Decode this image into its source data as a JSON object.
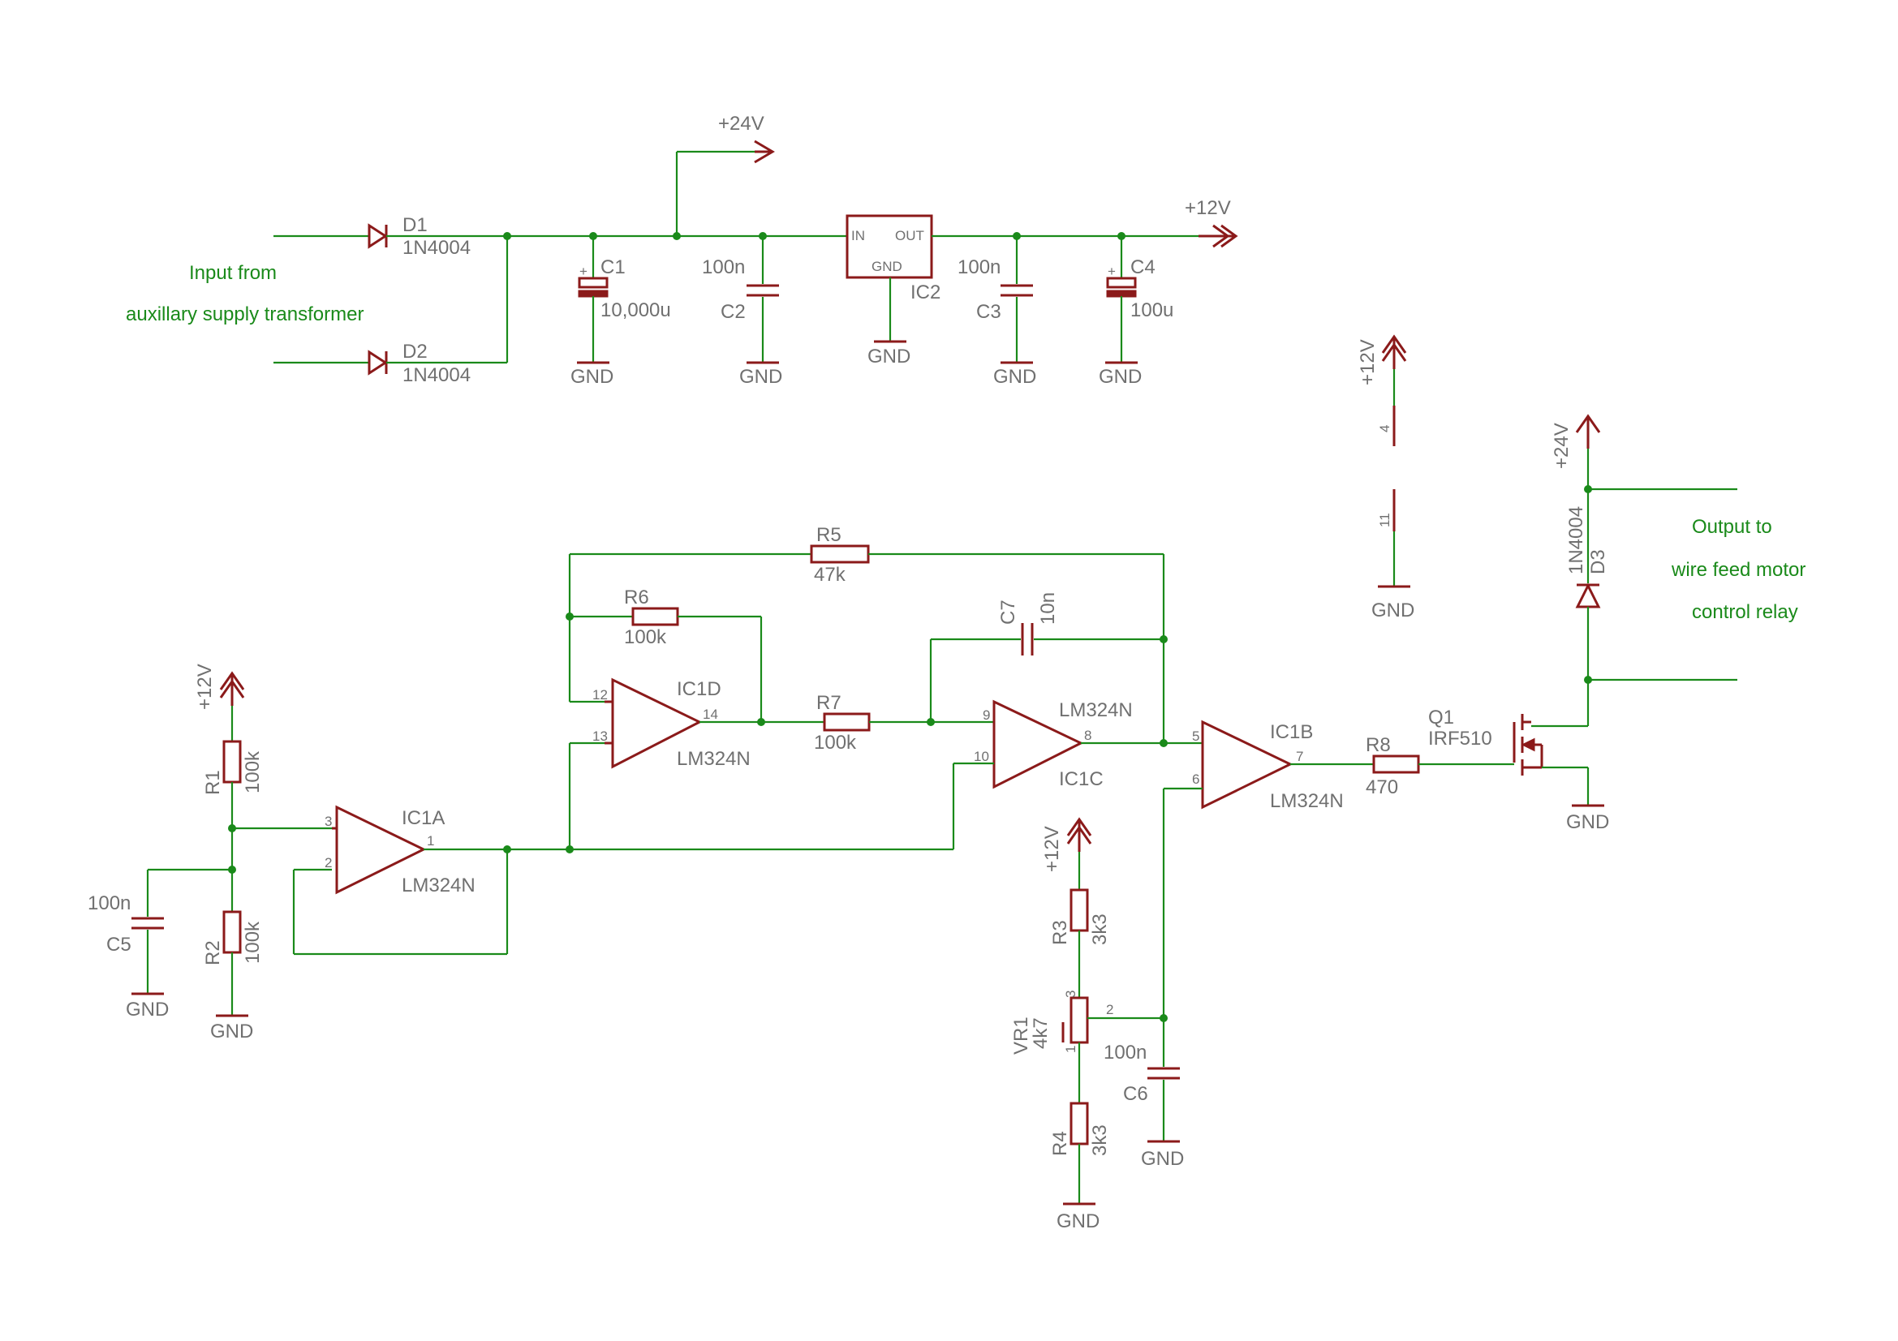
{
  "notes": {
    "input_line1": "Input from",
    "input_line2": "auxillary supply transformer",
    "output_line1": "Output to",
    "output_line2": "wire feed motor",
    "output_line3": "control relay"
  },
  "supplies": {
    "v24": "+24V",
    "v12": "+12V",
    "gnd": "GND"
  },
  "components": {
    "D1": {
      "name": "D1",
      "value": "1N4004"
    },
    "D2": {
      "name": "D2",
      "value": "1N4004"
    },
    "D3": {
      "name": "D3",
      "value": "1N4004"
    },
    "C1": {
      "name": "C1",
      "value": "10,000u"
    },
    "C2": {
      "name": "C2",
      "value": "100n"
    },
    "C3": {
      "name": "C3",
      "value": "100n"
    },
    "C4": {
      "name": "C4",
      "value": "100u"
    },
    "C5": {
      "name": "C5",
      "value": "100n"
    },
    "C6": {
      "name": "C6",
      "value": "100n"
    },
    "C7": {
      "name": "C7",
      "value": "10n"
    },
    "IC2": {
      "name": "IC2",
      "pin_in": "IN",
      "pin_out": "OUT",
      "pin_gnd": "GND"
    },
    "R1": {
      "name": "R1",
      "value": "100k"
    },
    "R2": {
      "name": "R2",
      "value": "100k"
    },
    "R3": {
      "name": "R3",
      "value": "3k3"
    },
    "R4": {
      "name": "R4",
      "value": "3k3"
    },
    "R5": {
      "name": "R5",
      "value": "47k"
    },
    "R6": {
      "name": "R6",
      "value": "100k"
    },
    "R7": {
      "name": "R7",
      "value": "100k"
    },
    "R8": {
      "name": "R8",
      "value": "470"
    },
    "VR1": {
      "name": "VR1",
      "value": "4k7"
    },
    "Q1": {
      "name": "Q1",
      "value": "IRF510"
    },
    "IC1A": {
      "name": "IC1A",
      "value": "LM324N"
    },
    "IC1B": {
      "name": "IC1B",
      "value": "LM324N"
    },
    "IC1C": {
      "name": "IC1C",
      "value": "LM324N"
    },
    "IC1D": {
      "name": "IC1D",
      "value": "LM324N"
    }
  },
  "pins": {
    "p1": "1",
    "p2": "2",
    "p3": "3",
    "p4": "4",
    "p5": "5",
    "p6": "6",
    "p7": "7",
    "p8": "8",
    "p9": "9",
    "p10": "10",
    "p11": "11",
    "p12": "12",
    "p13": "13",
    "p14": "14"
  },
  "colors": {
    "wire": "#1a8a1a",
    "symbol": "#8b1a1a",
    "label": "#707070",
    "note": "#1a8a1a"
  }
}
